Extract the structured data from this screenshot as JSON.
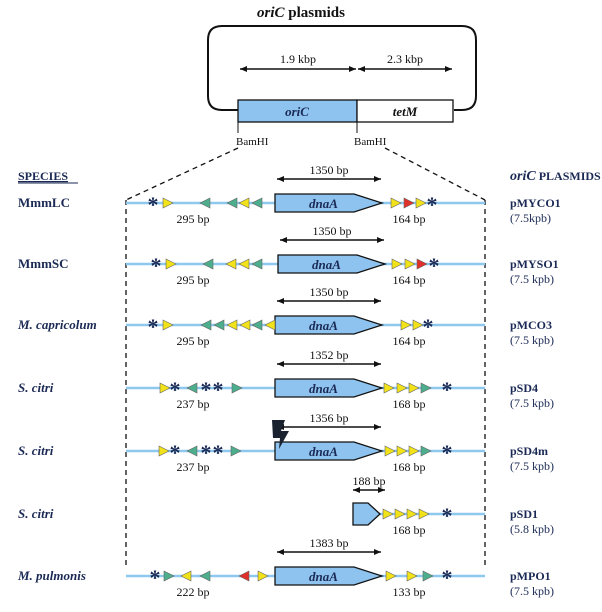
{
  "title": {
    "italic": "oriC",
    "rest": " plasmids"
  },
  "plasmid_map": {
    "oriC_size": "1.9 kbp",
    "tetM_size": "2.3 kbp",
    "oriC_label": "oriC",
    "tetM_label": "tetM",
    "site_left": "BamHI",
    "site_right": "BamHI"
  },
  "headers": {
    "species": "SPECIES",
    "plasmids_italic": "oriC",
    "plasmids_rest": " PLASMIDS"
  },
  "rows": [
    {
      "species": "MmmLC",
      "species_italic": false,
      "plasmid": "pMYCO1",
      "size": "(7.5kpb)",
      "dnaA_length": "1350 bp",
      "dnaA_label": "dnaA",
      "left_bp": "295 bp",
      "right_bp": "164 bp"
    },
    {
      "species": "MmmSC",
      "species_italic": false,
      "plasmid": "pMYSO1",
      "size": "(7.5 kpb)",
      "dnaA_length": "1350 bp",
      "dnaA_label": "dnaA",
      "left_bp": "295 bp",
      "right_bp": "164 bp"
    },
    {
      "species": "M. capricolum",
      "species_italic": true,
      "plasmid": "pMCO3",
      "size": "(7.5 kpb)",
      "dnaA_length": "1350 bp",
      "dnaA_label": "dnaA",
      "left_bp": "295 bp",
      "right_bp": "164 bp"
    },
    {
      "species": "S. citri",
      "species_italic": true,
      "plasmid": "pSD4",
      "size": "(7.5 kpb)",
      "dnaA_length": "1352 bp",
      "dnaA_label": "dnaA",
      "left_bp": "237 bp",
      "right_bp": "168 bp"
    },
    {
      "species": "S. citri",
      "species_italic": true,
      "plasmid": "pSD4m",
      "size": "(7.5 kpb)",
      "dnaA_length": "1356 bp",
      "dnaA_label": "dnaA",
      "left_bp": "237 bp",
      "right_bp": "168 bp"
    },
    {
      "species": "S. citri",
      "species_italic": true,
      "plasmid": "pSD1",
      "size": "(5.8 kpb)",
      "dnaA_length": "188 bp",
      "dnaA_label": "",
      "left_bp": "",
      "right_bp": "168 bp"
    },
    {
      "species": "M. pulmonis",
      "species_italic": true,
      "plasmid": "pMPO1",
      "size": "(7.5 kpb)",
      "dnaA_length": "1383 bp",
      "dnaA_label": "dnaA",
      "left_bp": "222 bp",
      "right_bp": "133 bp"
    }
  ],
  "colors": {
    "gene_fill": "#8ec3ef",
    "line": "#8ec8ee",
    "text": "#1b2a55",
    "box_yellow": "#f2e21a",
    "box_green": "#4cae8c",
    "box_red": "#e0302a"
  }
}
